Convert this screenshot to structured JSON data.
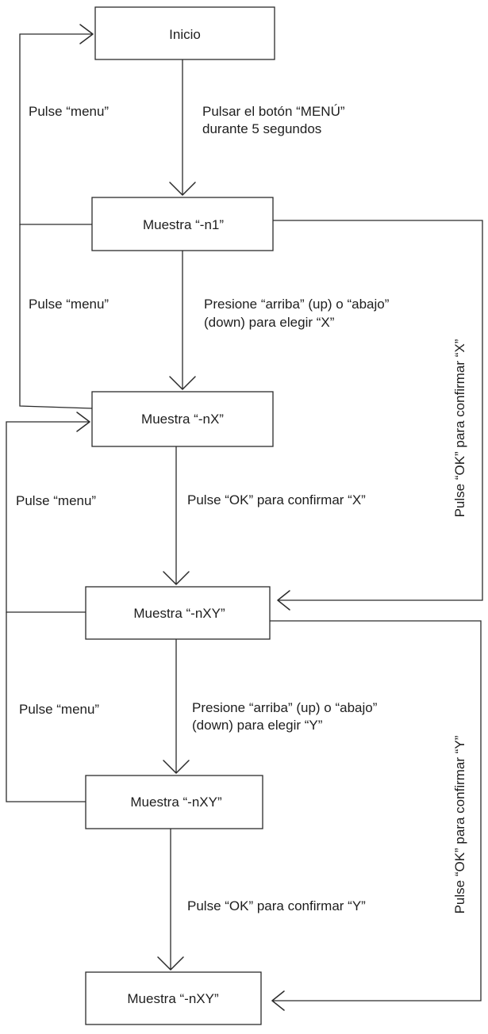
{
  "nodes": {
    "inicio": "Inicio",
    "muestra_n1": "Muestra “-n1”",
    "muestra_nx": "Muestra “-nX”",
    "muestra_nxy_1": "Muestra “-nXY”",
    "muestra_nxy_2": "Muestra “-nXY”",
    "muestra_nxy_3": "Muestra “-nXY”"
  },
  "labels": {
    "menu_1": "Pulse “menu”",
    "menu_2": "Pulse “menu”",
    "menu_3": "Pulse “menu”",
    "menu_4": "Pulse “menu”",
    "hold_menu_line1": "Pulsar el botón “MENÚ”",
    "hold_menu_line2": "durante 5 segundos",
    "choose_x_line1": "Presione “arriba” (up) o “abajo”",
    "choose_x_line2": "(down) para elegir “X”",
    "confirm_x": "Pulse “OK” para confirmar “X”",
    "confirm_x_side": "Pulse “OK” para confirmar “X”",
    "choose_y_line1": "Presione “arriba” (up) o “abajo”",
    "choose_y_line2": "(down) para elegir “Y”",
    "confirm_y": "Pulse “OK” para confirmar “Y”",
    "confirm_y_side": "Pulse “OK” para confirmar “Y”"
  }
}
